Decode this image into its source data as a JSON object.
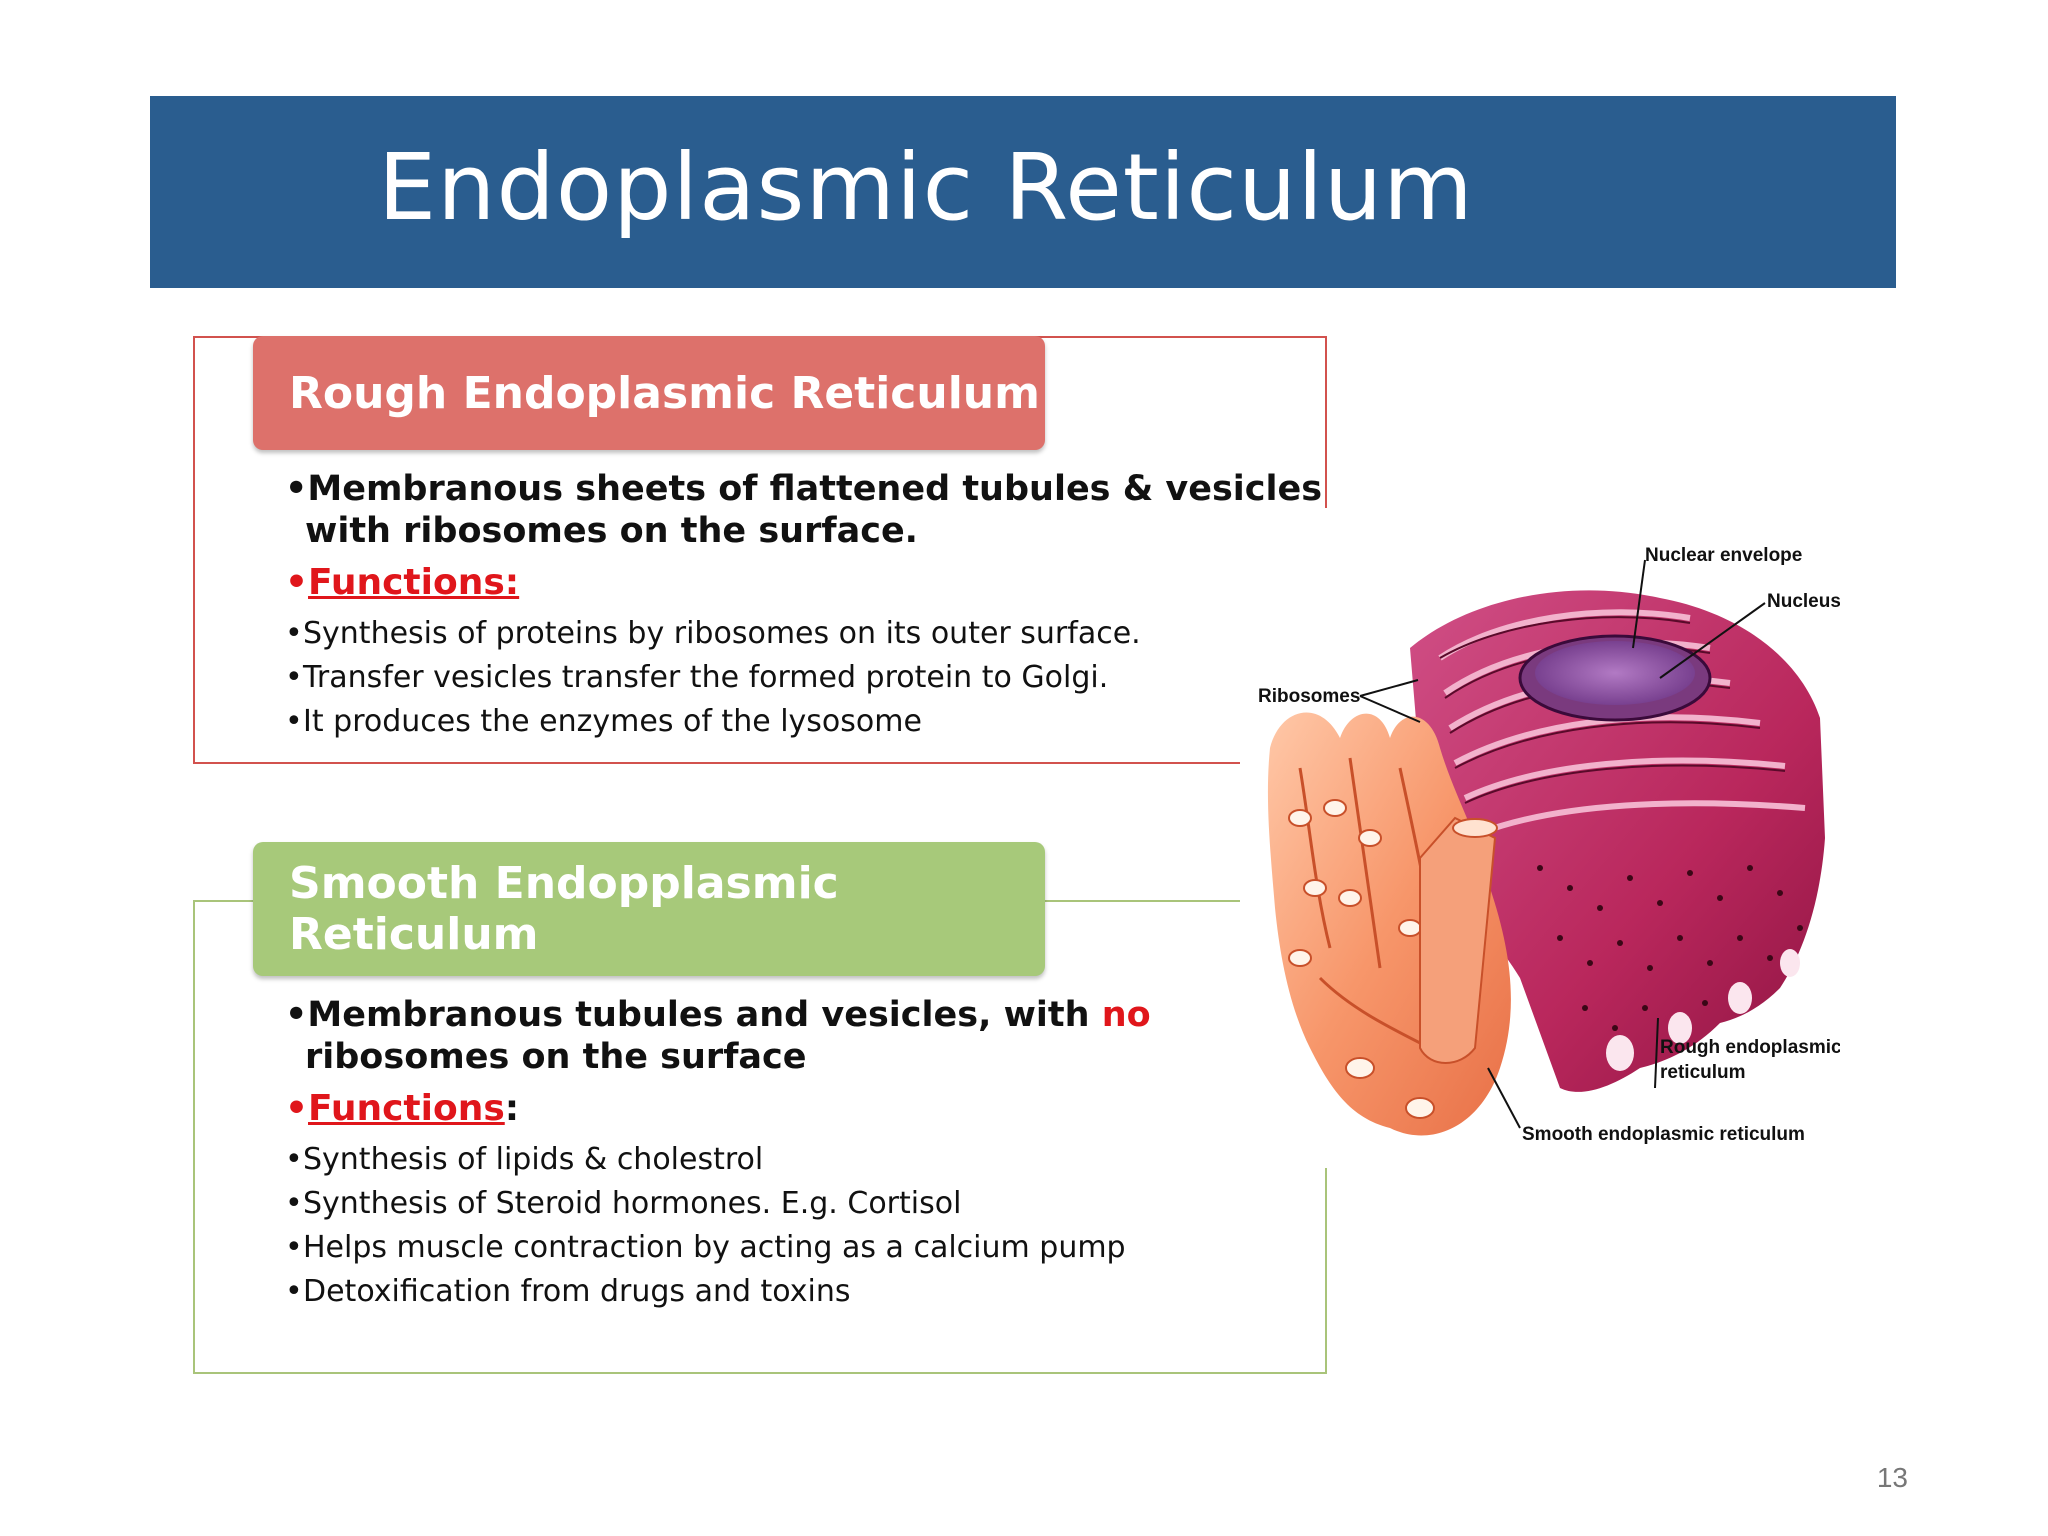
{
  "title": "Endoplasmic Reticulum",
  "rough": {
    "heading": "Rough Endoplasmic Reticulum",
    "description": "Membranous sheets of flattened tubules & vesicles with ribosomes on the surface.",
    "functions_label": "Functions:",
    "functions": [
      "Synthesis of proteins by ribosomes on its outer surface.",
      "Transfer vesicles transfer the formed protein to Golgi.",
      "It produces the enzymes of the lysosome"
    ]
  },
  "smooth": {
    "heading": "Smooth Endopplasmic Reticulum",
    "description_pre": "Membranous tubules and vesicles, with ",
    "description_highlight": "no",
    "description_post": " ribosomes on the surface",
    "functions_label": "Functions",
    "functions_colon": ":",
    "functions": [
      "Synthesis of lipids & cholestrol",
      "Synthesis of Steroid hormones. E.g. Cortisol",
      "Helps muscle contraction by acting as a calcium pump",
      "Detoxification from drugs and toxins"
    ]
  },
  "diagram": {
    "labels": {
      "nuclear_envelope": "Nuclear envelope",
      "nucleus": "Nucleus",
      "ribosomes": "Ribosomes",
      "rough_er_line1": "Rough endoplasmic",
      "rough_er_line2": "reticulum",
      "smooth_er": "Smooth endoplasmic reticulum"
    }
  },
  "slide_number": "13",
  "colors": {
    "title_bar": "#2a5d8f",
    "rough_accent": "#dd716b",
    "smooth_accent": "#a7c97a",
    "highlight": "#e0161b"
  }
}
